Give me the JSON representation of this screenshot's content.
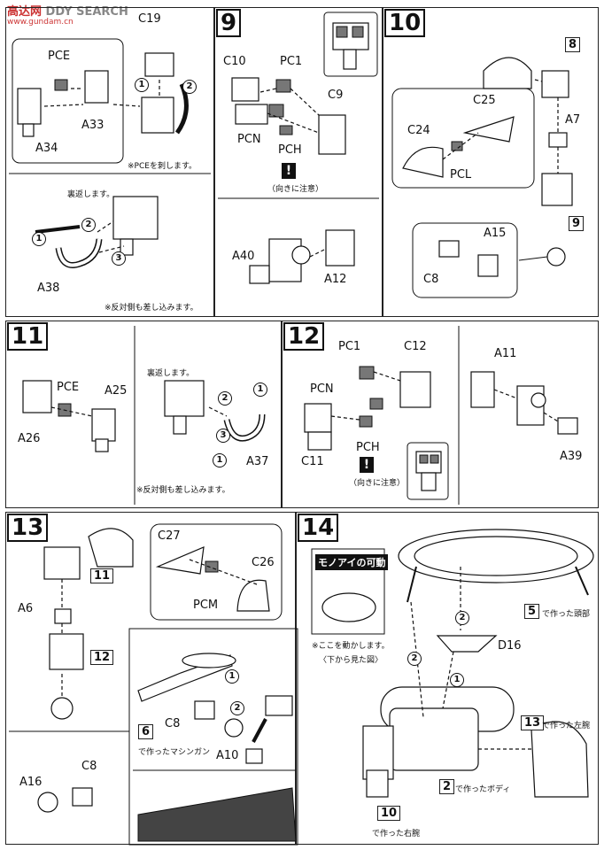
{
  "watermark": {
    "logo": "高达网",
    "site": "www.gundam.cn",
    "search": "DDY SEARCH"
  },
  "step8": {
    "labels": [
      "C19",
      "PCE",
      "A33",
      "A34",
      "A38"
    ],
    "note_remove": "※PCEを刺します。",
    "note_back": "裏返します。",
    "note_opposite": "※反対側も差し込みます。",
    "arrows": [
      "1",
      "2",
      "1",
      "2",
      "3"
    ]
  },
  "step9": {
    "number": "9",
    "labels": [
      "C10",
      "PC1",
      "C9",
      "PCN",
      "PCH",
      "A40",
      "A12"
    ],
    "note_dir": "（向きに注意）",
    "warn": "!"
  },
  "step10": {
    "number": "10",
    "labels": [
      "C25",
      "C24",
      "PCL",
      "A7",
      "A15",
      "C8"
    ],
    "boxes": [
      "8",
      "9"
    ]
  },
  "step11": {
    "number": "11",
    "labels": [
      "PCE",
      "A25",
      "A26",
      "A37"
    ],
    "note_back": "裏返します。",
    "note_opposite": "※反対側も差し込みます。",
    "arrows": [
      "1",
      "2",
      "3",
      "1"
    ]
  },
  "step12": {
    "number": "12",
    "labels": [
      "PC1",
      "C12",
      "PCN",
      "C11",
      "PCH",
      "A11",
      "A39"
    ],
    "note_dir": "（向きに注意）",
    "warn": "!"
  },
  "step13": {
    "number": "13",
    "labels": [
      "C27",
      "C26",
      "PCM",
      "A6",
      "A16",
      "C8",
      "C8",
      "A10"
    ],
    "boxes": [
      "11",
      "12",
      "6"
    ],
    "note_gun": "で作ったマシンガン",
    "arrows": [
      "1",
      "2"
    ]
  },
  "step14": {
    "number": "14",
    "mono_title": "モノアイの可動",
    "note_move": "※ここを動かします。",
    "note_view": "〈下から見た図〉",
    "labels": [
      "D16"
    ],
    "box_head": "5",
    "text_head": "で作った頭部",
    "box_body": "2",
    "text_body": "で作ったボディ",
    "box_leftarm": "13",
    "text_leftarm": "で作った左腕",
    "box_rightarm": "10",
    "text_rightarm": "で作った右腕",
    "arrows": [
      "2",
      "2",
      "1"
    ]
  }
}
